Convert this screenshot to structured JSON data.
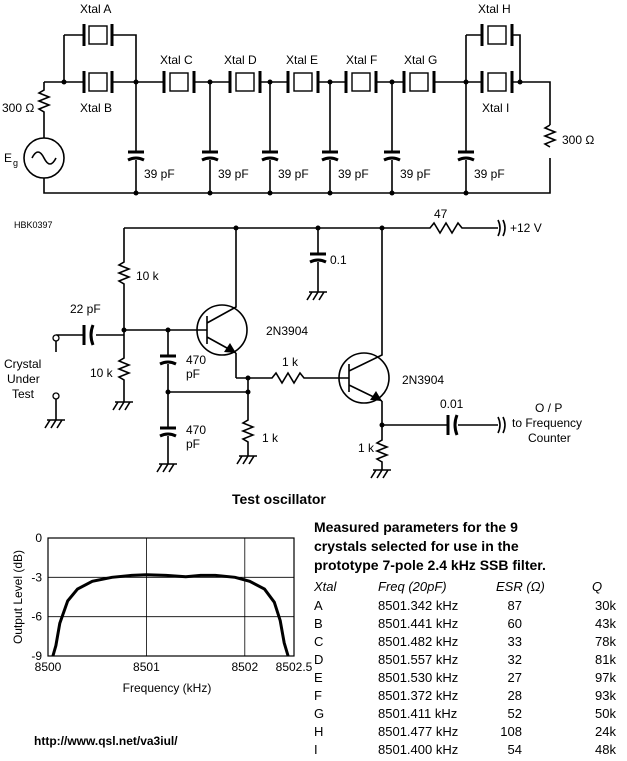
{
  "filter_schematic": {
    "crystals": [
      "Xtal A",
      "Xtal B",
      "Xtal C",
      "Xtal D",
      "Xtal E",
      "Xtal F",
      "Xtal G",
      "Xtal H",
      "Xtal I"
    ],
    "source_resistor": "300 Ω",
    "load_resistor": "300 Ω",
    "generator_label": "E",
    "generator_sub": "g",
    "shunt_cap_label": "39 pF"
  },
  "figure_id": "HBK0397",
  "oscillator_schematic": {
    "r_supply": "47",
    "supply": "+12 V",
    "cap_decouple": "0.1",
    "r_bias_top": "10 k",
    "r_bias_bottom": "10 k",
    "cap_input": "22 pF",
    "cap_fb1": "470",
    "cap_fb1_unit": "pF",
    "cap_fb2": "470",
    "cap_fb2_unit": "pF",
    "r_emitter1": "1 k",
    "r_base2": "1 k",
    "r_emitter2": "1 k",
    "transistor1": "2N3904",
    "transistor2": "2N3904",
    "cap_output": "0.01",
    "input_label": [
      "Crystal",
      "Under",
      "Test"
    ],
    "output_label": [
      "O / P",
      "to Frequency",
      "Counter"
    ],
    "caption": "Test oscillator"
  },
  "chart_data": {
    "type": "line",
    "xlabel": "Frequency (kHz)",
    "ylabel": "Output Level (dB)",
    "xlim": [
      8500,
      8502.5
    ],
    "ylim": [
      -9,
      0
    ],
    "xticks": [
      "8500",
      "8501",
      "8502",
      "8502.5"
    ],
    "yticks": [
      "0",
      "-3",
      "-6",
      "-9"
    ],
    "grid": true,
    "x": [
      8500.05,
      8500.08,
      8500.12,
      8500.2,
      8500.3,
      8500.45,
      8500.65,
      8500.85,
      8501.0,
      8501.2,
      8501.4,
      8501.55,
      8501.7,
      8501.9,
      8502.05,
      8502.2,
      8502.3,
      8502.36,
      8502.4,
      8502.44
    ],
    "y": [
      -9,
      -8.2,
      -6.5,
      -4.8,
      -3.9,
      -3.3,
      -3.0,
      -2.85,
      -2.8,
      -2.85,
      -2.95,
      -2.85,
      -2.85,
      -3.0,
      -3.3,
      -3.9,
      -4.9,
      -6.3,
      -8.0,
      -9
    ]
  },
  "table": {
    "title": [
      "Measured parameters for the 9",
      "crystals selected for use in the",
      "prototype 7-pole 2.4 kHz SSB filter."
    ],
    "headers": [
      "Xtal",
      "Freq (20pF)",
      "ESR (Ω)",
      "Q"
    ],
    "rows": [
      [
        "A",
        "8501.342 kHz",
        "87",
        "30k"
      ],
      [
        "B",
        "8501.441 kHz",
        "60",
        "43k"
      ],
      [
        "C",
        "8501.482 kHz",
        "33",
        "78k"
      ],
      [
        "D",
        "8501.557 kHz",
        "32",
        "81k"
      ],
      [
        "E",
        "8501.530 kHz",
        "27",
        "97k"
      ],
      [
        "F",
        "8501.372 kHz",
        "28",
        "93k"
      ],
      [
        "G",
        "8501.411 kHz",
        "52",
        "50k"
      ],
      [
        "H",
        "8501.477 kHz",
        "108",
        "24k"
      ],
      [
        "I",
        "8501.400 kHz",
        "54",
        "48k"
      ]
    ]
  },
  "url": "http://www.qsl.net/va3iul/"
}
